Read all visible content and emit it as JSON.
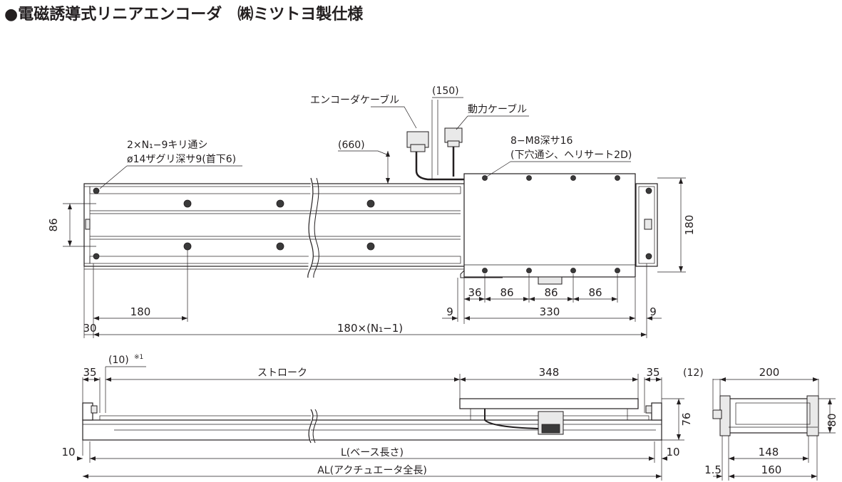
{
  "title": "●電磁誘導式リニアエンコーダ　㈱ミツトヨ製仕様",
  "labels": {
    "encoder_cable": "エンコーダケーブル",
    "power_cable": "動力ケーブル",
    "cable_150": "(150)",
    "cable_660": "(660)",
    "holes_line1": "2×N₁−9キリ通シ",
    "holes_line2": "ø14ザグリ深サ9(首下6)",
    "tap_line1": "8−M8深サ16",
    "tap_line2": "(下穴通シ、ヘリサート2D)",
    "note_10": "(10)",
    "note_mark": "※1",
    "stroke": "ストローク",
    "base_length": "L(ベース長さ)",
    "actuator_length": "AL(アクチュエータ全長)",
    "side_12": "(12)"
  },
  "dimensions": {
    "d86_left": "86",
    "d180_right": "180",
    "d36": "36",
    "d86a": "86",
    "d86b": "86",
    "d86c": "86",
    "d180_bottom": "180",
    "d9_left": "9",
    "d330": "330",
    "d9_right": "9",
    "d30": "30",
    "pitch": "180×(N₁−1)",
    "d35_left": "35",
    "d348": "348",
    "d35_right": "35",
    "d76": "76",
    "d10_left": "10",
    "d10_right": "10",
    "d200": "200",
    "d80": "80",
    "d148": "148",
    "d1_5": "1.5",
    "d160": "160"
  }
}
